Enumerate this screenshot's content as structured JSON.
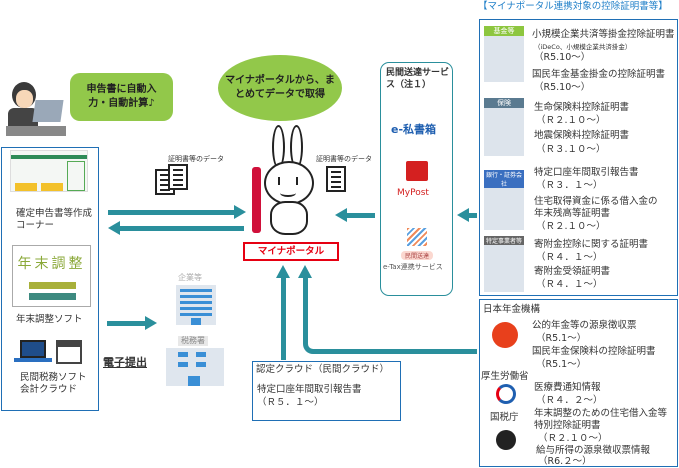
{
  "title": "【マイナポータル連携対象の控除証明書等】",
  "user_bubble": "申告書に自動入力・自動計算♪",
  "center_bubble": "マイナポータルから、まとめてデータで取得",
  "portal_label": "マイナポータル",
  "data_label_left": "証明書等のデータ",
  "data_label_right": "証明書等のデータ",
  "left_panel": {
    "item1": "確定申告書等作成コーナー",
    "item2": "年末調整ソフト",
    "item3": "民間税務ソフト会計クラウド",
    "nenmatsu_logo": "年末調整"
  },
  "e_filing": "電子提出",
  "buildings": {
    "company": "企業等",
    "tax_office": "税務署"
  },
  "private_services": {
    "title": "民間送達サービス（注１）",
    "items": [
      "e-私書箱",
      "MyPost",
      "e-Tax連携サービス"
    ],
    "badge": "民間送達"
  },
  "cloud_box": {
    "title": "認定クラウド（民間クラウド）",
    "doc": "特定口座年間取引報告書",
    "date": "（Ｒ５．１～）"
  },
  "right_top": {
    "groups": [
      {
        "tag": "基金等",
        "tag_color": "#8dc63f",
        "items": [
          {
            "name": "小規模企業共済等掛金控除証明書",
            "note": "（iDeCo、小規模企業共済掛金）",
            "date": "（R5.10～）"
          },
          {
            "name": "国民年金基金掛金の控除証明書",
            "date": "（R5.10～）"
          }
        ]
      },
      {
        "tag": "保険",
        "tag_color": "#5a7a90",
        "items": [
          {
            "name": "生命保険料控除証明書",
            "date": "（Ｒ２.１０～）"
          },
          {
            "name": "地震保険料控除証明書",
            "date": "（Ｒ３.１０～）"
          }
        ]
      },
      {
        "tag": "銀行・証券会社",
        "tag_color": "#3a6fc0",
        "items": [
          {
            "name": "特定口座年間取引報告書",
            "date": "（Ｒ３．１～）"
          },
          {
            "name": "住宅取得資金に係る借入金の年末残高等証明書",
            "date": "（Ｒ２.１０～）"
          }
        ]
      },
      {
        "tag": "特定事業者等",
        "tag_color": "#666666",
        "items": [
          {
            "name": "寄附金控除に関する証明書",
            "date": "（Ｒ４．１～）"
          },
          {
            "name": "寄附金受領証明書",
            "date": "（Ｒ４．１～）"
          }
        ]
      }
    ]
  },
  "right_bottom": {
    "orgs": [
      {
        "name": "日本年金機構",
        "items": [
          {
            "name": "公的年金等の源泉徴収票",
            "date": "（R5.1～）"
          },
          {
            "name": "国民年金保険料の控除証明書",
            "date": "（R5.1～）"
          }
        ]
      },
      {
        "name": "厚生労働省",
        "items": [
          {
            "name": "医療費通知情報",
            "date": "（Ｒ４．２～）"
          }
        ]
      },
      {
        "name": "国税庁",
        "items": [
          {
            "name": "年末調整のための住宅借入金等特別控除証明書",
            "date": "（Ｒ２.１０～）"
          },
          {
            "name": "給与所得の源泉徴収票情報",
            "date": "（R6.２～）"
          }
        ]
      }
    ]
  },
  "colors": {
    "accent": "#2a8f9c",
    "border": "#1f6fb5",
    "bubble": "#92c84a",
    "portal": "#e60012"
  }
}
